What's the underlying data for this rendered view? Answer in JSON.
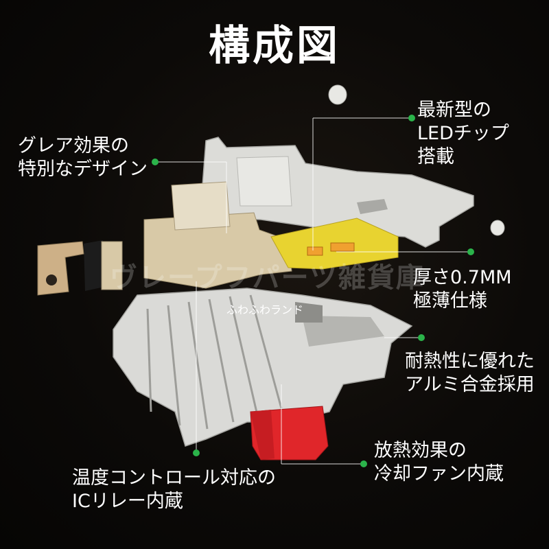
{
  "title": "構成図",
  "labels": {
    "glare": "グレア効果の\n特別なデザイン",
    "led": "最新型の\nLEDチップ\n搭載",
    "thin": "厚さ0.7MM\n極薄仕様",
    "alloy": "耐熱性に優れた\nアルミ合金採用",
    "fan": "放熱効果の\n冷却ファン内蔵",
    "ic": "温度コントロール対応の\nICリレー内蔵"
  },
  "watermark": "ヴレープフパーツ雑貨庫",
  "shop_name": "ふわふわランド",
  "colors": {
    "accent": "#2bb34a",
    "aluminum": "#d9d9d6",
    "chip_board": "#e8d330",
    "led_chip": "#f0a030",
    "fan": "#e0262a",
    "insulator": "#d8c9a7",
    "connector": "#caa882"
  }
}
